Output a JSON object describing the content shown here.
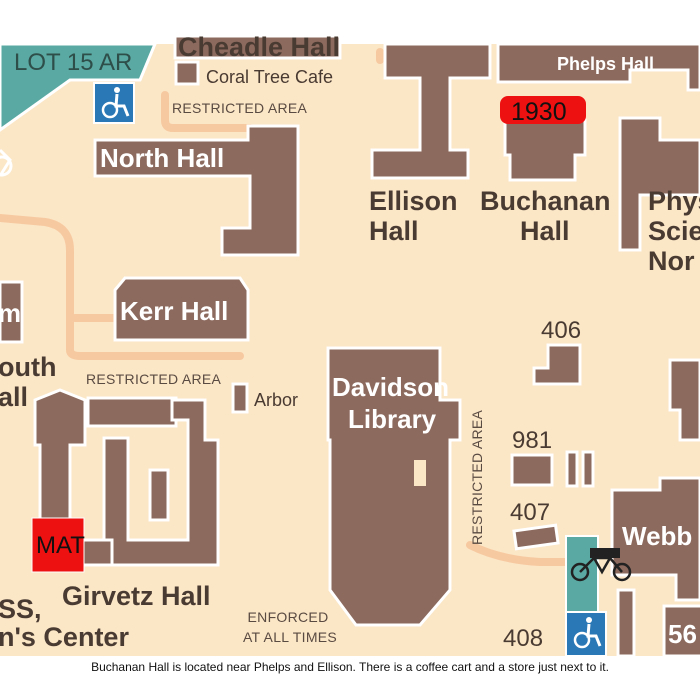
{
  "map": {
    "buildings": {
      "cheadle_hall": "Cheadle Hall",
      "coral_tree_cafe": "Coral Tree Cafe",
      "north_hall": "North Hall",
      "kerr_hall": "Kerr Hall",
      "south_hall_line1": "outh",
      "south_hall_line2": "all",
      "left_edge_fragment": "m",
      "ellison_line1": "Ellison",
      "ellison_line2": "Hall",
      "buchanan_line1": "Buchanan",
      "buchanan_line2": "Hall",
      "phys_line1": "Phys",
      "phys_line2": "Scie",
      "phys_line3": "Nor",
      "davidson_line1": "Davidson",
      "davidson_line2": "Library",
      "arbor": "Arbor",
      "girvetz_hall": "Girvetz Hall",
      "webb": "Webb",
      "bottom_left_line1": "SS,",
      "bottom_left_line2": "n's Center",
      "bottom_right_fragment": "56"
    },
    "numbers": {
      "b406": "406",
      "b981": "981",
      "b407": "407",
      "b408": "408"
    },
    "annotations": {
      "lot": "LOT 15 AR",
      "restricted_top": "RESTRICTED AREA",
      "restricted_mid": "RESTRICTED AREA",
      "restricted_vertical": "RESTRICTED AREA",
      "enforced_line1": "ENFORCED",
      "enforced_line2": "AT ALL TIMES",
      "phelps_hall": "Phelps Hall",
      "year_1930": "1930",
      "mat": "MAT"
    },
    "icons": [
      "accessibility-icon",
      "motorcycle-icon",
      "bicycle-icon"
    ],
    "colors": {
      "background": "#fbe6c6",
      "building": "#8d6a5e",
      "road": "#f7c9a0",
      "highlight": "#ee1111",
      "parking": "#5aa9a2",
      "accessibility": "#2a78b5"
    }
  },
  "caption": "Buchanan Hall is located near Phelps and Ellison.  There is a coffee cart and a store just next to it."
}
